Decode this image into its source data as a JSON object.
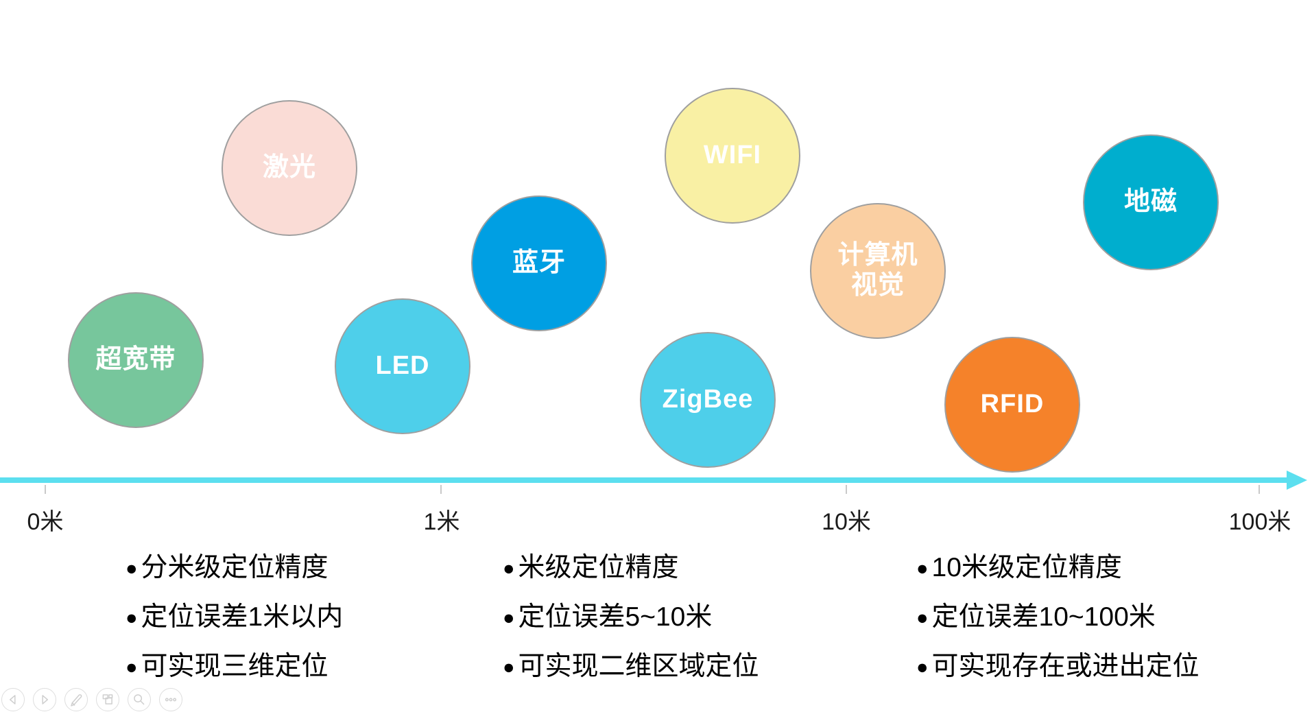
{
  "bubbles": [
    {
      "name": "laser",
      "label": "激光",
      "fill": "#FADCD6"
    },
    {
      "name": "uwb",
      "label": "超宽带",
      "fill": "#77C69C"
    },
    {
      "name": "led",
      "label": "LED",
      "fill": "#4ECFEA"
    },
    {
      "name": "bluetooth",
      "label": "蓝牙",
      "fill": "#009FE3"
    },
    {
      "name": "zigbee",
      "label": "ZigBee",
      "fill": "#4ECFEA"
    },
    {
      "name": "wifi",
      "label": "WIFI",
      "fill": "#F9F0A4"
    },
    {
      "name": "computer-vision",
      "label": "计算机\n视觉",
      "fill": "#FACFA2"
    },
    {
      "name": "rfid",
      "label": "RFID",
      "fill": "#F5822A"
    },
    {
      "name": "geomagnetic",
      "label": "地磁",
      "fill": "#00AECE"
    }
  ],
  "axis": {
    "color": "#5CDFEF",
    "tick_labels": [
      "0米",
      "1米",
      "10米",
      "100米"
    ]
  },
  "notes": {
    "bullet": "●",
    "columns": [
      {
        "items": [
          "分米级定位精度",
          "定位误差1米以内",
          "可实现三维定位"
        ]
      },
      {
        "items": [
          "米级定位精度",
          "定位误差5~10米",
          "可实现二维区域定位"
        ]
      },
      {
        "items": [
          "10米级定位精度",
          "定位误差10~100米",
          "可实现存在或进出定位"
        ]
      }
    ]
  },
  "toolbar": {
    "buttons": [
      {
        "icon": "previous-slide-icon"
      },
      {
        "icon": "next-slide-icon"
      },
      {
        "icon": "pen-icon"
      },
      {
        "icon": "slides-panel-icon"
      },
      {
        "icon": "zoom-icon"
      },
      {
        "icon": "more-options-icon"
      }
    ]
  }
}
